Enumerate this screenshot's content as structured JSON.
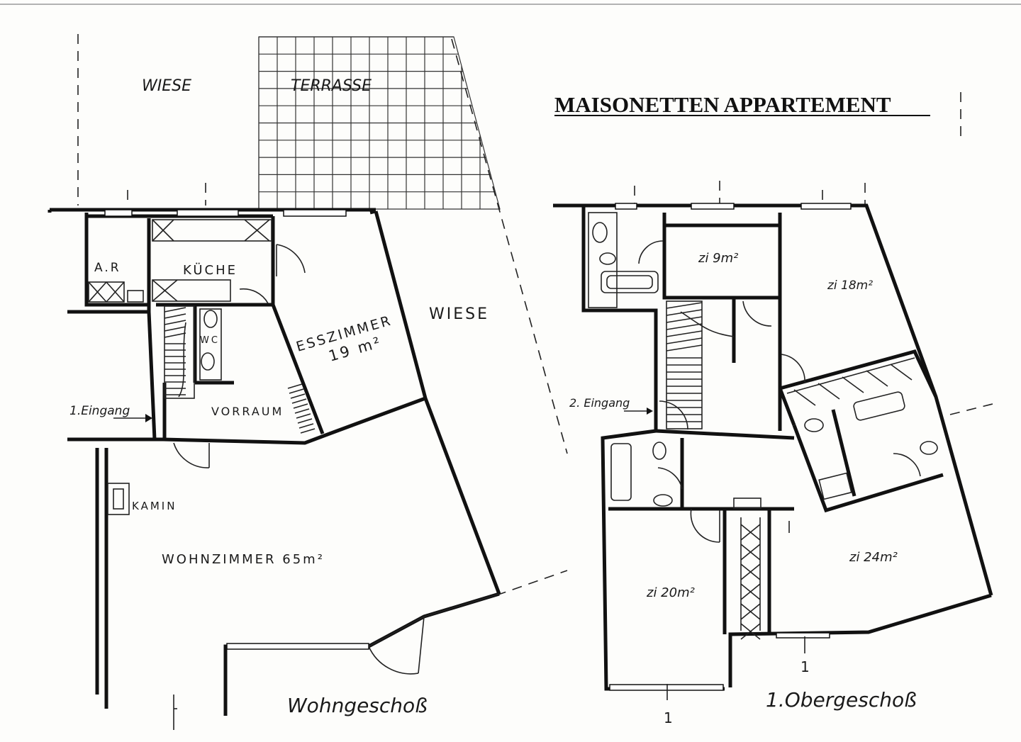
{
  "title": "MAISONETTEN APPARTEMENT",
  "ground_floor": {
    "caption": "Wohngeschoß",
    "labels": {
      "wiese_top": "WIESE",
      "terrasse": "TERRASSE",
      "wiese_right": "WIESE",
      "ar": "A.R",
      "kueche": "KÜCHE",
      "wc": "WC",
      "esszimmer": "ESSZIMMER",
      "esszimmer_area": "19 m²",
      "eingang": "1.Eingang",
      "vorraum": "VORRAUM",
      "kamin": "KAMIN",
      "wohnzimmer": "WOHNZIMMER 65m²"
    }
  },
  "upper_floor": {
    "caption": "1.Obergeschoß",
    "labels": {
      "zi9": "zi 9m²",
      "zi18": "zi 18m²",
      "eingang": "2. Eingang",
      "zi24": "zi 24m²",
      "zi20": "zi 20m²"
    },
    "section_marks": [
      "1",
      "1"
    ]
  },
  "colors": {
    "ink": "#111111",
    "paper": "#fdfdfb"
  }
}
